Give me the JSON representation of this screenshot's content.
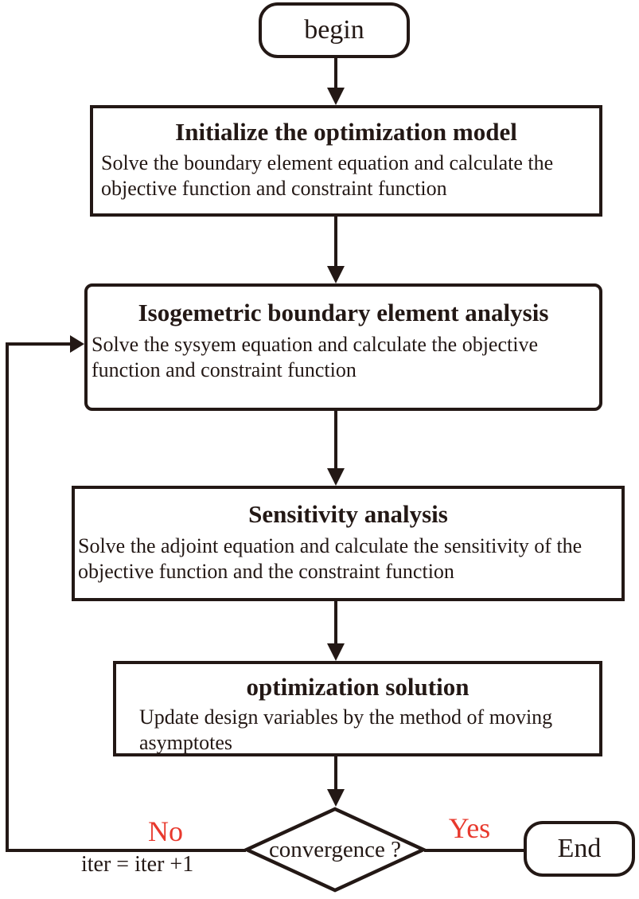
{
  "colors": {
    "ink": "#231815",
    "accent_red": "#e8392d",
    "background": "#ffffff"
  },
  "nodes": {
    "begin": {
      "label": "begin"
    },
    "initialize": {
      "title": "Initialize the optimization model",
      "body": "Solve the boundary element equation and calculate the objective function and constraint function"
    },
    "igabem": {
      "title": "Isogemetric boundary element analysis",
      "body": "Solve the sysyem equation and calculate the objective function and constraint function"
    },
    "sensitivity": {
      "title": "Sensitivity analysis",
      "body": "Solve the adjoint equation and calculate the sensitivity of the objective function and the constraint function"
    },
    "optimization": {
      "title": "optimization solution",
      "body": "Update design variables by the method of moving asymptotes"
    },
    "convergence": {
      "label": "convergence ?"
    },
    "end": {
      "label": "End"
    }
  },
  "edges": {
    "no": {
      "label": "No",
      "note": "iter = iter +1"
    },
    "yes": {
      "label": "Yes"
    }
  }
}
